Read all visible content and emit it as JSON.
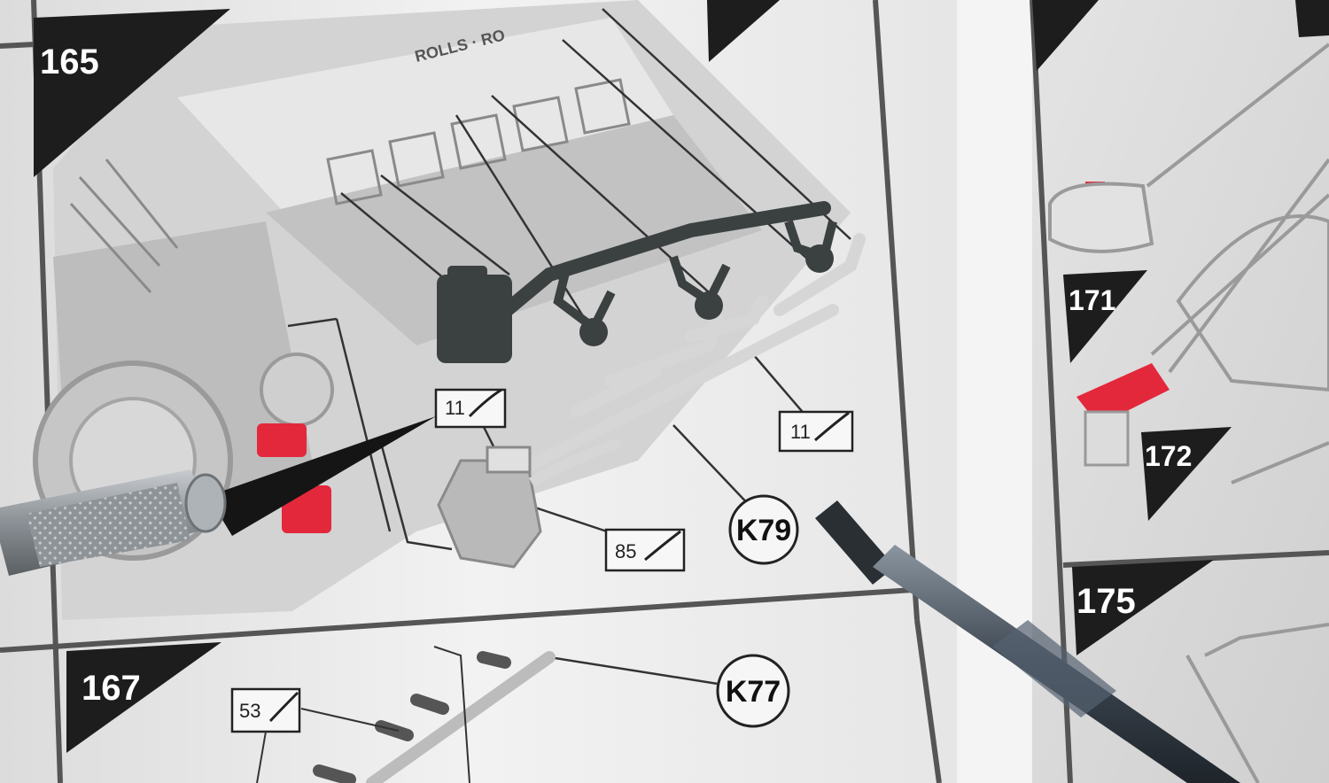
{
  "photo": {
    "subject": "model kit instruction booklet with photo-etch engine wiring harness",
    "steps": [
      "165",
      "167",
      "171",
      "172",
      "175"
    ],
    "part_callouts": [
      "K79",
      "K77"
    ],
    "paint_codes": [
      "11",
      "11",
      "85",
      "53"
    ],
    "engine_lettering": "ROLLS · RO"
  },
  "colors": {
    "paper": "#eeeeee",
    "ink": "#1d1d1d",
    "accent_red": "#e3283c",
    "harness": "#3b4040",
    "blade": "#151515",
    "handle": "#9a9fa3"
  }
}
